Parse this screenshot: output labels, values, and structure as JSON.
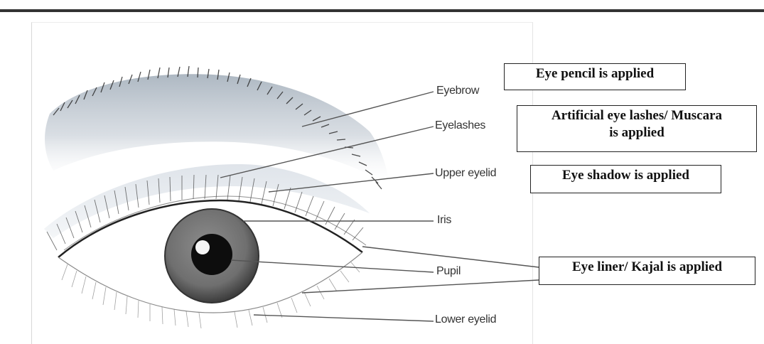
{
  "labels": {
    "eyebrow": "Eyebrow",
    "eyelashes": "Eyelashes",
    "upper_eyelid": "Upper eyelid",
    "iris": "Iris",
    "pupil": "Pupil",
    "lower_eyelid": "Lower eyelid"
  },
  "notes": {
    "eyebrow": "Eye pencil is applied",
    "eyelashes_line1": "Artificial eye lashes/ Muscara",
    "eyelashes_line2": "is applied",
    "upper_eyelid": "Eye shadow is applied",
    "eyeliner": "Eye liner/ Kajal is applied"
  }
}
